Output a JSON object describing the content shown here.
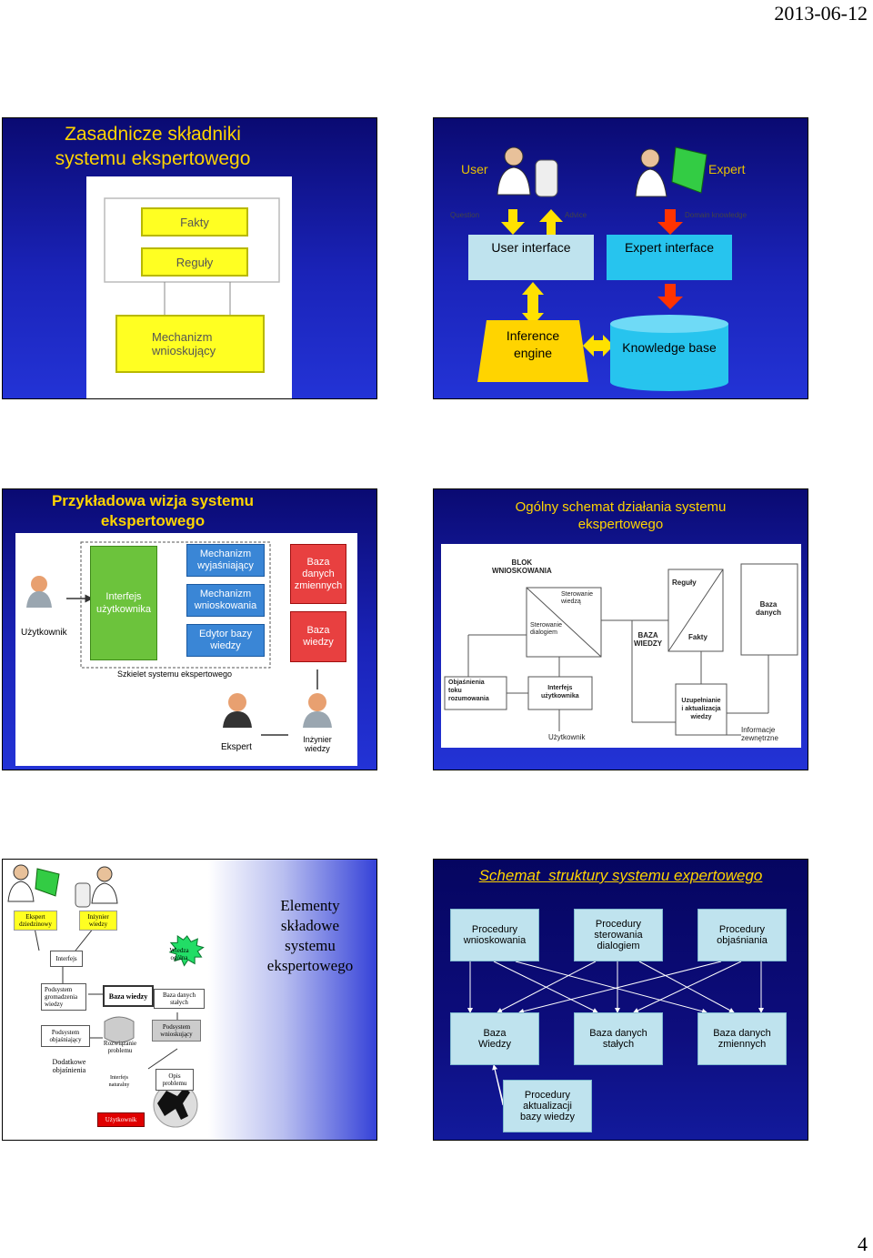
{
  "page": {
    "date": "2013-06-12",
    "number": "4"
  },
  "slide1": {
    "title_line1": "Zasadnicze składniki",
    "title_line2": "systemu ekspertowego",
    "facts": "Fakty",
    "rules": "Reguły",
    "engine_line1": "Mechanizm",
    "engine_line2": "wnioskujący"
  },
  "slide2": {
    "user": "User",
    "expert": "Expert",
    "question": "Question",
    "advice": "Advice",
    "domain_knowledge": "Domain knowledge",
    "user_interface": "User interface",
    "expert_interface": "Expert interface",
    "inference_line1": "Inference",
    "inference_line2": "engine",
    "knowledge_base": "Knowledge base"
  },
  "slide3": {
    "title_line1": "Przykładowa wizja systemu",
    "title_line2": "ekspertowego",
    "user": "Użytkownik",
    "ui_line1": "Interfejs",
    "ui_line2": "użytkownika",
    "explain_line1": "Mechanizm",
    "explain_line2": "wyjaśniający",
    "infer_line1": "Mechanizm",
    "infer_line2": "wnioskowania",
    "editor_line1": "Edytor bazy",
    "editor_line2": "wiedzy",
    "vardb_line1": "Baza",
    "vardb_line2": "danych",
    "vardb_line3": "zmiennych",
    "kb_line1": "Baza",
    "kb_line2": "wiedzy",
    "skeleton": "Szkielet systemu ekspertowego",
    "expert": "Ekspert",
    "engineer_line1": "Inżynier",
    "engineer_line2": "wiedzy"
  },
  "slide4": {
    "title_line1": "Ogólny schemat działania systemu",
    "title_line2": "ekspertowego",
    "block_line1": "BLOK",
    "block_line2": "WNIOSKOWANIA",
    "control_line1": "Sterowanie",
    "control_line2": "wiedzą",
    "dialog_line1": "Sterowanie",
    "dialog_line2": "dialogiem",
    "kb_line1": "BAZA",
    "kb_line2": "WIEDZY",
    "rules": "Reguły",
    "facts": "Fakty",
    "db_line1": "Baza",
    "db_line2": "danych",
    "explain_line1": "Objaśnienia",
    "explain_line2": "toku",
    "explain_line3": "rozumowania",
    "ui_line1": "Interfejs",
    "ui_line2": "użytkownika",
    "update_line1": "Uzupełnianie",
    "update_line2": "i aktualizacja",
    "update_line3": "wiedzy",
    "user": "Użytkownik",
    "ext_line1": "Informacje",
    "ext_line2": "zewnętrzne"
  },
  "slide5": {
    "heading_line1": "Elementy",
    "heading_line2": "składowe",
    "heading_line3": "systemu",
    "heading_line4": "ekspertowego",
    "domain_expert_line1": "Ekspert",
    "domain_expert_line2": "dziedzinowy",
    "engineer_line1": "Inżynier",
    "engineer_line2": "wiedzy",
    "interface": "Interfejs",
    "general_line1": "Wiedza",
    "general_line2": "ogólna",
    "acq_line1": "Podsystem",
    "acq_line2": "gromadzenia",
    "acq_line3": "wiedzy",
    "kb": "Baza wiedzy",
    "fixed_line1": "Baza danych",
    "fixed_line2": "stałych",
    "explain_line1": "Podsystem",
    "explain_line2": "objaśniający",
    "solve_line1": "Rozwiązanie",
    "solve_line2": "problemu",
    "infer_line1": "Podsystem",
    "infer_line2": "wnioskujący",
    "extra_line1": "Dodatkowe",
    "extra_line2": "objaśnienia",
    "natural_line1": "Interfejs",
    "natural_line2": "naturalny",
    "desc_line1": "Opis",
    "desc_line2": "problemu",
    "user": "Użytkownik"
  },
  "slide6": {
    "title": "Schemat  struktury systemu expertowego",
    "proc_infer_line1": "Procedury",
    "proc_infer_line2": "wnioskowania",
    "proc_dialog_line1": "Procedury",
    "proc_dialog_line2": "sterowania",
    "proc_dialog_line3": "dialogiem",
    "proc_explain_line1": "Procedury",
    "proc_explain_line2": "objaśniania",
    "kb_line1": "Baza",
    "kb_line2": "Wiedzy",
    "fixed_line1": "Baza danych",
    "fixed_line2": "stałych",
    "var_line1": "Baza danych",
    "var_line2": "zmiennych",
    "update_line1": "Procedury",
    "update_line2": "aktualizacji",
    "update_line3": "bazy wiedzy"
  }
}
